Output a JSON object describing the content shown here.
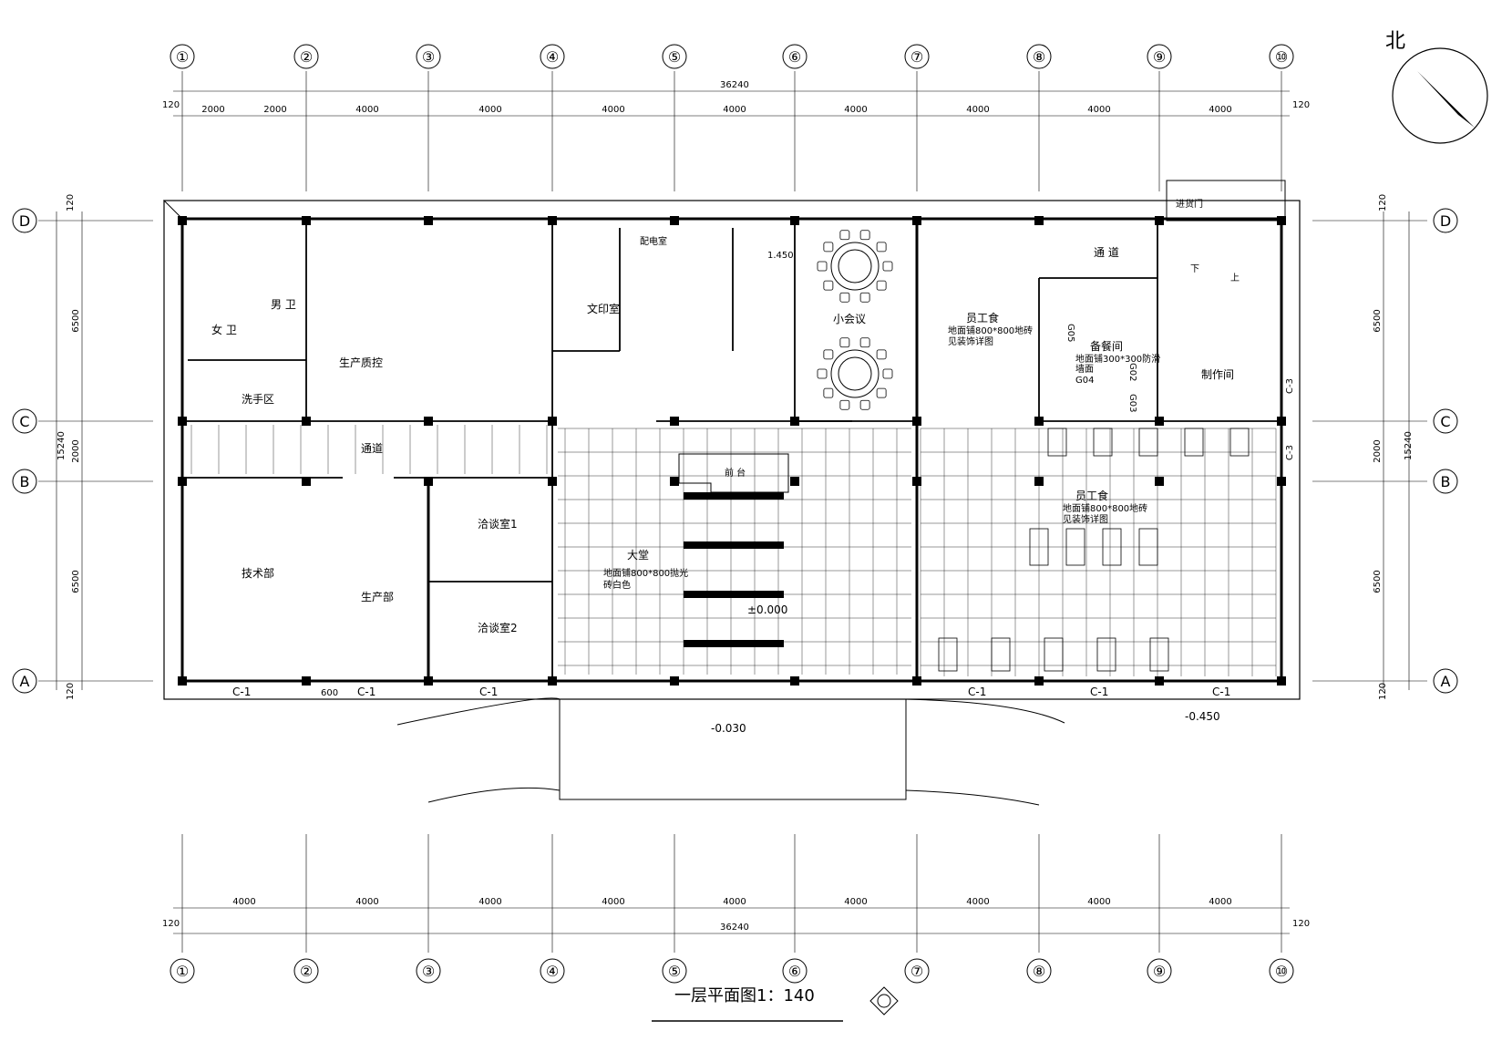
{
  "north_label": "北",
  "title": "一层平面图1：140",
  "axes_x": [
    "①",
    "②",
    "③",
    "④",
    "⑤",
    "⑥",
    "⑦",
    "⑧",
    "⑨",
    "⑩"
  ],
  "axes_y": [
    "D",
    "C",
    "B",
    "A"
  ],
  "dims_top": [
    "2000",
    "2000",
    "4000",
    "4000",
    "4000",
    "4000",
    "4000",
    "4000",
    "4000",
    "4000"
  ],
  "dims_bottom": [
    "4000",
    "4000",
    "4000",
    "4000",
    "4000",
    "4000",
    "4000",
    "4000",
    "4000"
  ],
  "total_width": "36240",
  "total_depth": "15240",
  "edge_dim": "120",
  "dims_left": [
    "6500",
    "2000",
    "6500"
  ],
  "dims_right": [
    "6500",
    "2000",
    "6500"
  ],
  "rooms": {
    "women_wc": "女 卫",
    "men_wc": "男 卫",
    "wash": "洗手区",
    "qc": "生产质控",
    "print": "文印室",
    "elec": "配电室",
    "small_meeting": "小会议",
    "staff_dining_n": "员工食",
    "staff_dining_n_note1": "地面铺800*800地砖",
    "staff_dining_n_note2": "见装饰详图",
    "pantry": "备餐间",
    "pantry_note1": "地面铺300*300防滑",
    "pantry_note2": "墙面",
    "kitchen": "制作间",
    "corridor_n": "通 道",
    "corridor": "通道",
    "tech": "技术部",
    "production": "生产部",
    "meet1": "洽谈室1",
    "meet2": "洽谈室2",
    "hall": "大堂",
    "hall_note1": "地面铺800*800抛光",
    "hall_note2": "砖白色",
    "reception": "前 台",
    "staff_dining_s": "员工食",
    "staff_dining_s_note1": "地面铺800*800地砖",
    "staff_dining_s_note2": "见装饰详图",
    "door_label": "进货门"
  },
  "codes": {
    "window": "C-1",
    "window_e": "C-3",
    "g05": "G05",
    "g04": "G04",
    "g02": "G02",
    "g03": "G03",
    "steps_up": "上",
    "steps_down": "下",
    "sill": "600"
  },
  "elevations": {
    "zero": "±0.000",
    "front": "-0.030",
    "east": "-0.450",
    "stair": "1.450"
  },
  "colors": {
    "line": "#000000",
    "paper": "#ffffff"
  }
}
